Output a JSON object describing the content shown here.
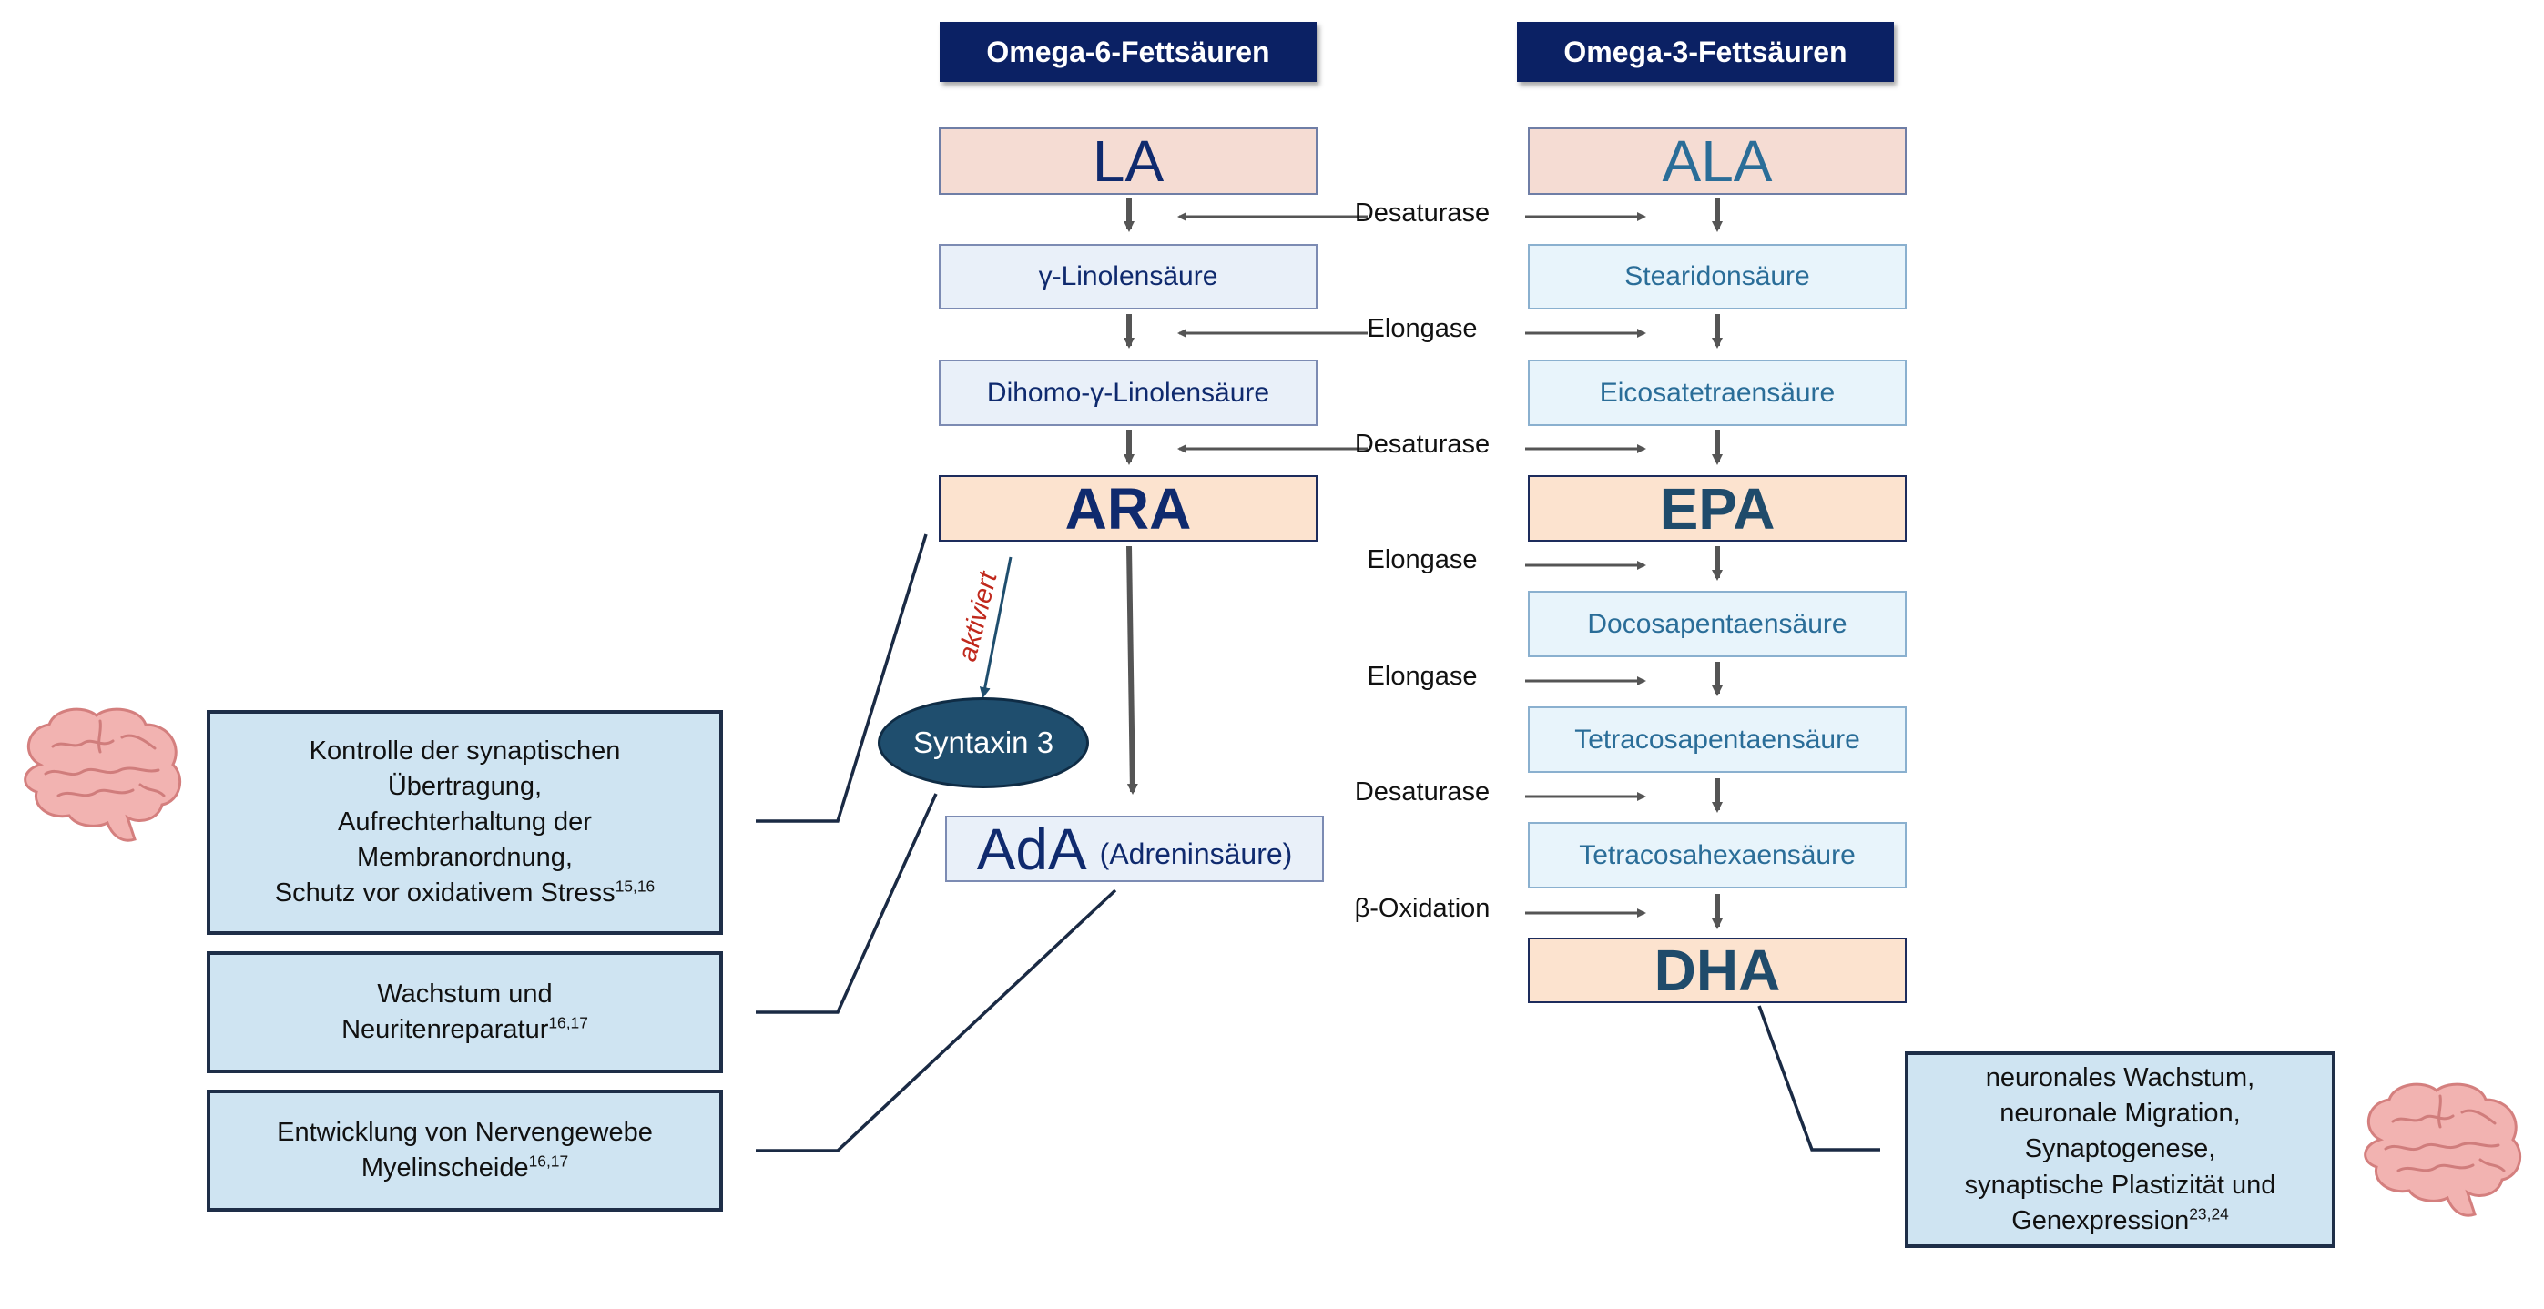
{
  "headers": {
    "omega6": "Omega-6-Fettsäuren",
    "omega3": "Omega-3-Fettsäuren"
  },
  "omega6_chain": {
    "la": "LA",
    "gla": "γ-Linolensäure",
    "dgla": "Dihomo-γ-Linolensäure",
    "ara": "ARA",
    "ada": "AdA",
    "ada_full": "(Adreninsäure)"
  },
  "omega3_chain": {
    "ala": "ALA",
    "sda": "Stearidonsäure",
    "eta": "Eicosatetraensäure",
    "epa": "EPA",
    "dpa": "Docosapentaensäure",
    "tpa": "Tetracosapentaensäure",
    "tha": "Tetracosahexaensäure",
    "dha": "DHA"
  },
  "enzymes": [
    "Desaturase",
    "Elongase",
    "Desaturase",
    "Elongase",
    "Elongase",
    "Desaturase",
    "β-Oxidation"
  ],
  "activation": {
    "label": "aktiviert",
    "target": "Syntaxin 3"
  },
  "effects": {
    "ara": {
      "lines": [
        "Kontrolle der synaptischen",
        "Übertragung,",
        "Aufrechterhaltung der",
        "Membranordnung,",
        "Schutz vor oxidativem Stress"
      ],
      "refs": "15,16"
    },
    "syntaxin": {
      "lines": [
        "Wachstum und",
        "Neuritenreparatur"
      ],
      "refs": "16,17"
    },
    "ada": {
      "lines": [
        "Entwicklung von Nervengewebe",
        "Myelinscheide"
      ],
      "refs": "16,17"
    },
    "dha": {
      "lines": [
        "neuronales Wachstum,",
        "neuronale Migration,",
        "Synaptogenese,",
        "synaptische Plastizität und",
        "Genexpression"
      ],
      "refs": "23,24"
    }
  },
  "colors": {
    "header_bg": "#0b2164",
    "omega6_text": "#0f2a6e",
    "omega3_text": "#2a6d98",
    "effect_bg": "#cfe4f2",
    "syntaxin_bg": "#1f4e6e",
    "aktiviert_text": "#c0281c",
    "brain": "#f2b3b1"
  },
  "icons": [
    "brain-icon-left",
    "brain-icon-right"
  ]
}
